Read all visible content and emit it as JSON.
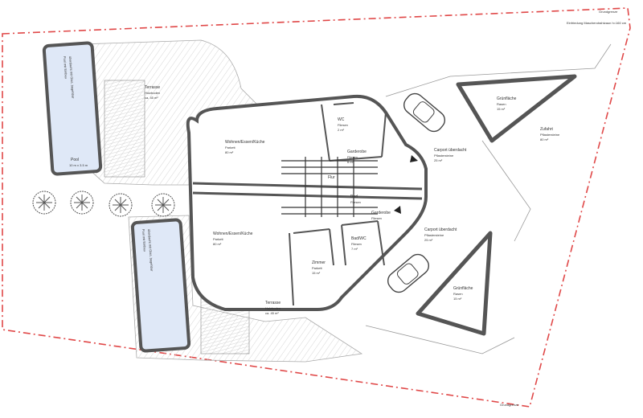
{
  "plot_labels": {
    "top_right_1": "Grundgrenze",
    "top_right_2": "Einfriedung Maschendrahtzaun h=160 cm",
    "bottom_right": "Grundgrenze"
  },
  "pools": {
    "upper": {
      "vertical_text_1": "Pool mit Einbau",
      "vertical_text_2": "überdacht mit Glas, begehbar",
      "name": "Pool",
      "dims": "10 m x 3.5 m"
    },
    "lower": {
      "vertical_text_1": "Pool mit Einbau",
      "vertical_text_2": "überdacht mit Glas, begehbar"
    }
  },
  "rooms": {
    "terrasse_top": {
      "name": "Terrasse",
      "sub": "Holzboden",
      "area": "ca. 45 m²"
    },
    "wohnen_top": {
      "name": "Wohnen/Essen/Küche",
      "sub": "Parkett",
      "area": "80 m²"
    },
    "wohnen_bottom": {
      "name": "Wohnen/Essen/Küche",
      "sub": "Parkett",
      "area": "80 m²"
    },
    "wc": {
      "name": "WC",
      "sub": "Fliesen",
      "area": "2 m²"
    },
    "garderobe_top": {
      "name": "Garderobe",
      "sub": "Fliesen",
      "area": "6 m²"
    },
    "garderobe_bottom": {
      "name": "Garderobe",
      "sub": "Fliesen",
      "area": "6 m²"
    },
    "flur": {
      "name": "Flur",
      "sub": "",
      "area": ""
    },
    "bad": {
      "name": "Bad",
      "sub": "Fliesen",
      "area": "6 m²"
    },
    "bad_wc": {
      "name": "Bad/WC",
      "sub": "Fliesen",
      "area": "7 m²"
    },
    "zimmer": {
      "name": "Zimmer",
      "sub": "Parkett",
      "area": "15 m²"
    },
    "terrasse_bottom": {
      "name": "Terrasse",
      "sub": "Holzboden",
      "area": "ca. 45 m²"
    },
    "carport_top": {
      "name": "Carport überdacht",
      "sub": "Pflastersteine",
      "area": "25 m²"
    },
    "carport_bottom": {
      "name": "Carport überdacht",
      "sub": "Pflastersteine",
      "area": "25 m²"
    },
    "gruenflaeche_top": {
      "name": "Grünfläche",
      "sub": "Rasen",
      "area": "15 m²"
    },
    "gruenflaeche_bottom": {
      "name": "Grünfläche",
      "sub": "Rasen",
      "area": "15 m²"
    },
    "zufahrt": {
      "name": "Zufahrt",
      "sub": "Pflastersteine",
      "area": "80 m²"
    }
  },
  "colors": {
    "boundary": "#e04848",
    "pool_fill": "#dfe8f7",
    "pool_border": "#555555",
    "wall": "#555555",
    "line": "#888888"
  },
  "icons": [
    "car-icon",
    "tree-icon",
    "north-arrow-icon"
  ]
}
